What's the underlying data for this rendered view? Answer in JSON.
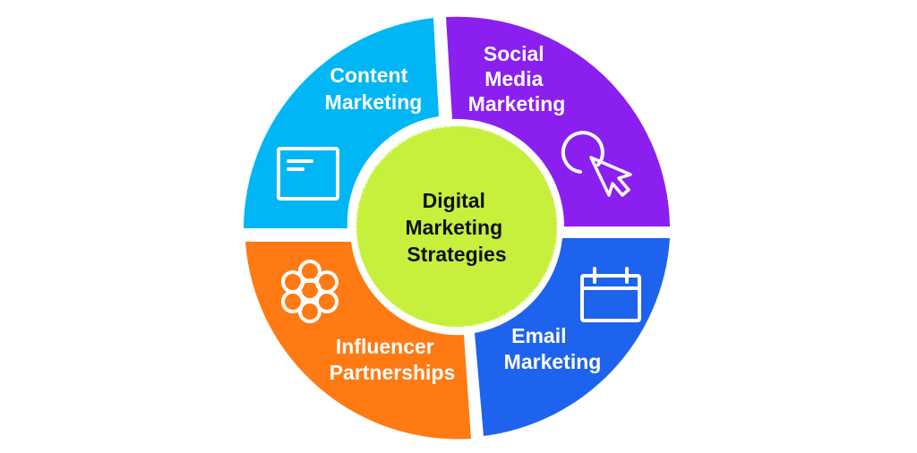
{
  "center": {
    "lines": [
      "Digital",
      "Marketing",
      "Strategies"
    ],
    "color": "#c6f03a"
  },
  "segments": [
    {
      "id": "content",
      "lines": [
        "Content",
        "Marketing"
      ],
      "color": "#00b6f4",
      "icon": "browser-window-icon"
    },
    {
      "id": "social",
      "lines": [
        "Social",
        "Media",
        "Marketing"
      ],
      "color": "#8a1ff0",
      "icon": "click-cursor-icon"
    },
    {
      "id": "email",
      "lines": [
        "Email",
        "Marketing"
      ],
      "color": "#1e63ee",
      "icon": "calendar-icon"
    },
    {
      "id": "influencer",
      "lines": [
        "Influencer",
        "Partnerships"
      ],
      "color": "#ff7a12",
      "icon": "network-circles-icon"
    }
  ]
}
